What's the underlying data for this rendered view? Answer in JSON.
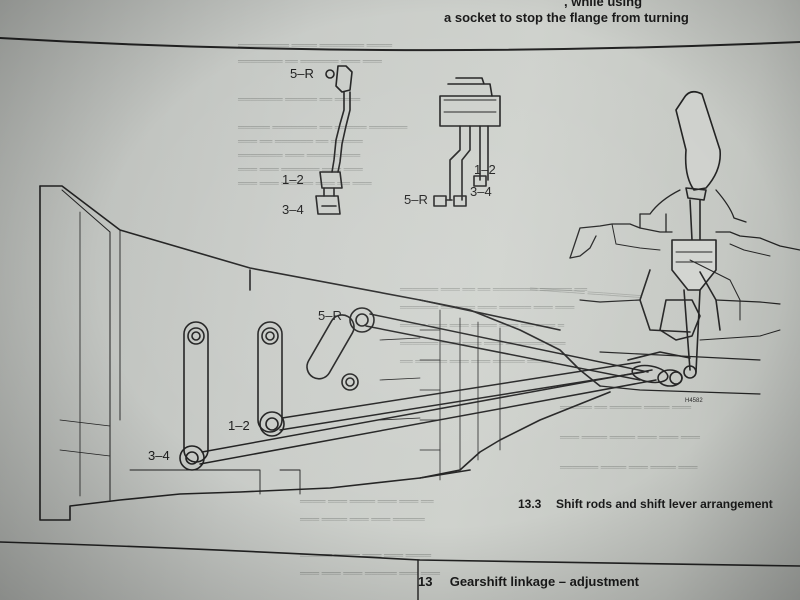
{
  "top_text": {
    "line1": ", while using",
    "line2": "a socket to stop the flange from turning"
  },
  "figure": {
    "labels": {
      "upper_left_5r": "5–R",
      "upper_left_12": "1–2",
      "upper_left_34": "3–4",
      "upper_right_12": "1–2",
      "upper_right_5r": "5–R",
      "upper_right_34": "3–4",
      "main_5r": "5–R",
      "main_12": "1–2",
      "main_34": "3–4"
    },
    "code": "H4582",
    "caption_number": "13.3",
    "caption_text": "Shift rods and shift lever arrangement"
  },
  "section": {
    "number": "13",
    "title": "Gearshift linkage – adjustment"
  }
}
